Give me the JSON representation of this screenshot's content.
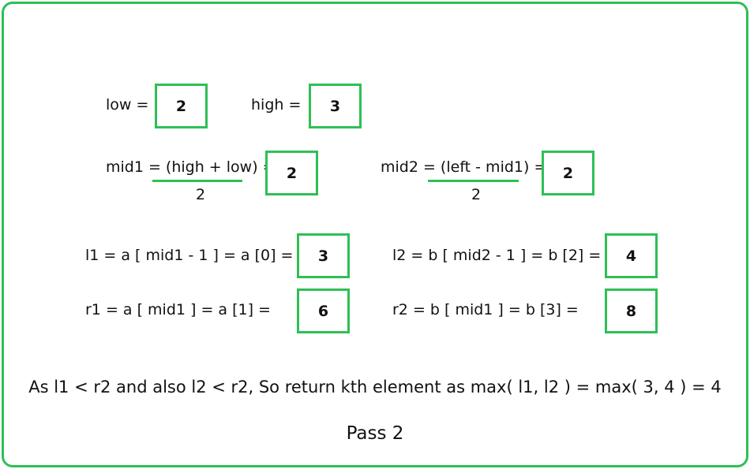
{
  "low": {
    "label": "low =",
    "value": "2"
  },
  "high": {
    "label": "high =",
    "value": "3"
  },
  "mid1": {
    "label": "mid1 = (high + low) =",
    "denominator": "2",
    "value": "2"
  },
  "mid2": {
    "label": "mid2 = (left - mid1) =",
    "denominator": "2",
    "value": "2"
  },
  "l1": {
    "label": "l1 = a [ mid1 - 1 ] = a [0] =",
    "value": "3"
  },
  "l2": {
    "label": "l2 = b [ mid2 - 1 ] = b [2] =",
    "value": "4"
  },
  "r1": {
    "label": "r1 = a [ mid1 ] = a [1] =",
    "value": "6"
  },
  "r2": {
    "label": "r2 = b [ mid1 ] = b [3] =",
    "value": "8"
  },
  "conclusion": "As l1 < r2 and also l2 < r2, So return kth element as max( l1, l2 ) = max( 3, 4 ) = 4",
  "caption": "Pass 2",
  "colors": {
    "accent": "#2fbf56",
    "text": "#111111",
    "background": "#ffffff"
  }
}
